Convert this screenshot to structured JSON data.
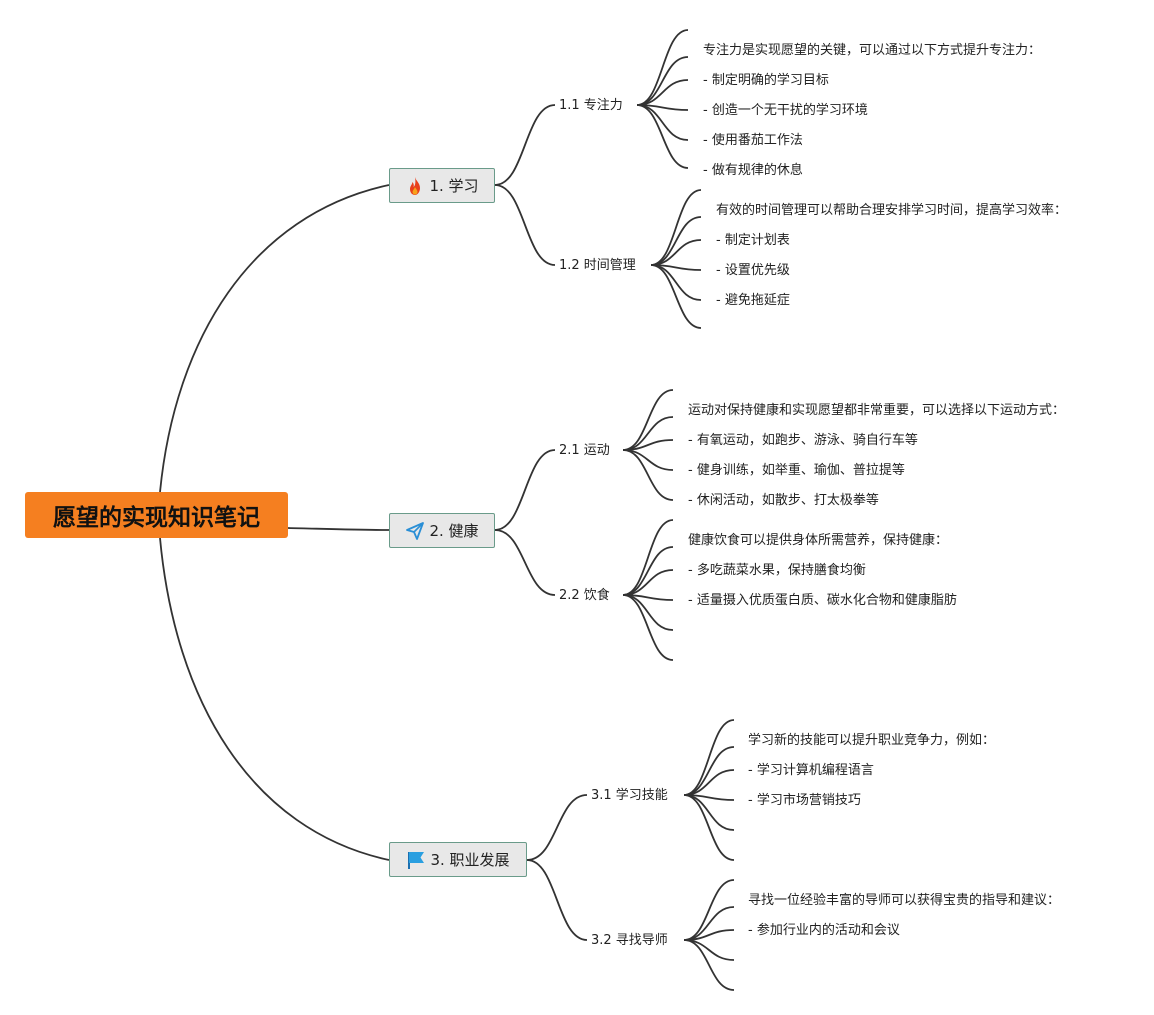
{
  "root": {
    "title": "愿望的实现知识笔记"
  },
  "topics": [
    {
      "label": "1. 学习",
      "icon": "fire-icon",
      "subs": [
        {
          "label": "1.1 专注力",
          "leaves": [
            "专注力是实现愿望的关键，可以通过以下方式提升专注力：",
            "- 制定明确的学习目标",
            "- 创造一个无干扰的学习环境",
            "- 使用番茄工作法",
            "- 做有规律的休息"
          ]
        },
        {
          "label": "1.2 时间管理",
          "leaves": [
            "有效的时间管理可以帮助合理安排学习时间，提高学习效率：",
            "- 制定计划表",
            "- 设置优先级",
            "- 避免拖延症"
          ]
        }
      ]
    },
    {
      "label": "2. 健康",
      "icon": "paper-plane-icon",
      "subs": [
        {
          "label": "2.1 运动",
          "leaves": [
            "运动对保持健康和实现愿望都非常重要，可以选择以下运动方式：",
            "- 有氧运动，如跑步、游泳、骑自行车等",
            "- 健身训练，如举重、瑜伽、普拉提等",
            "- 休闲活动，如散步、打太极拳等"
          ]
        },
        {
          "label": "2.2 饮食",
          "leaves": [
            "健康饮食可以提供身体所需营养，保持健康：",
            "- 多吃蔬菜水果，保持膳食均衡",
            "- 适量摄入优质蛋白质、碳水化合物和健康脂肪"
          ]
        }
      ]
    },
    {
      "label": "3. 职业发展",
      "icon": "flag-icon",
      "subs": [
        {
          "label": "3.1 学习技能",
          "leaves": [
            "学习新的技能可以提升职业竞争力，例如：",
            "- 学习计算机编程语言",
            "- 学习市场营销技巧"
          ]
        },
        {
          "label": "3.2 寻找导师",
          "leaves": [
            "寻找一位经验丰富的导师可以获得宝贵的指导和建议：",
            "- 参加行业内的活动和会议"
          ]
        }
      ]
    }
  ],
  "colors": {
    "root_bg": "#f57f20",
    "topic_bg": "#e8e8e8",
    "topic_border": "#6a9b8a",
    "line": "#333333",
    "fire": "#e8401c",
    "plane": "#2a8fd6",
    "flag": "#2a9fe0"
  }
}
